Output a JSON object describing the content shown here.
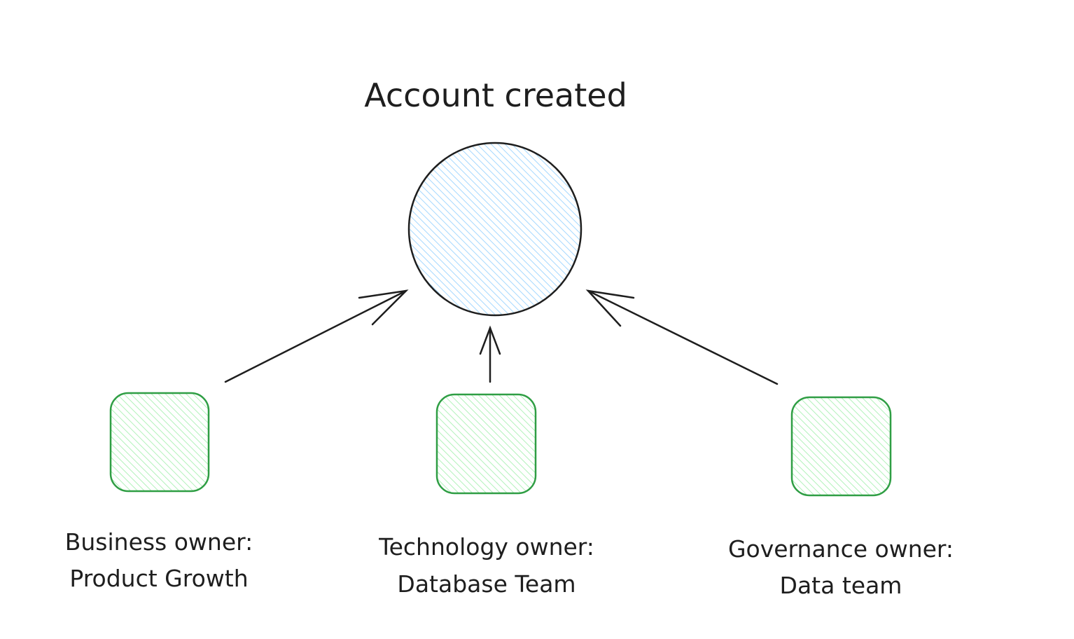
{
  "title": "Account created",
  "colors": {
    "stroke": "#1e1e1e",
    "circle_fill": "#a5d8ff",
    "box_stroke": "#2f9e44",
    "box_fill": "#b2f2bb"
  },
  "owners": [
    {
      "role": "Business owner:",
      "name": "Product Growth"
    },
    {
      "role": "Technology owner:",
      "name": "Database Team"
    },
    {
      "role": "Governance owner:",
      "name": "Data team"
    }
  ]
}
